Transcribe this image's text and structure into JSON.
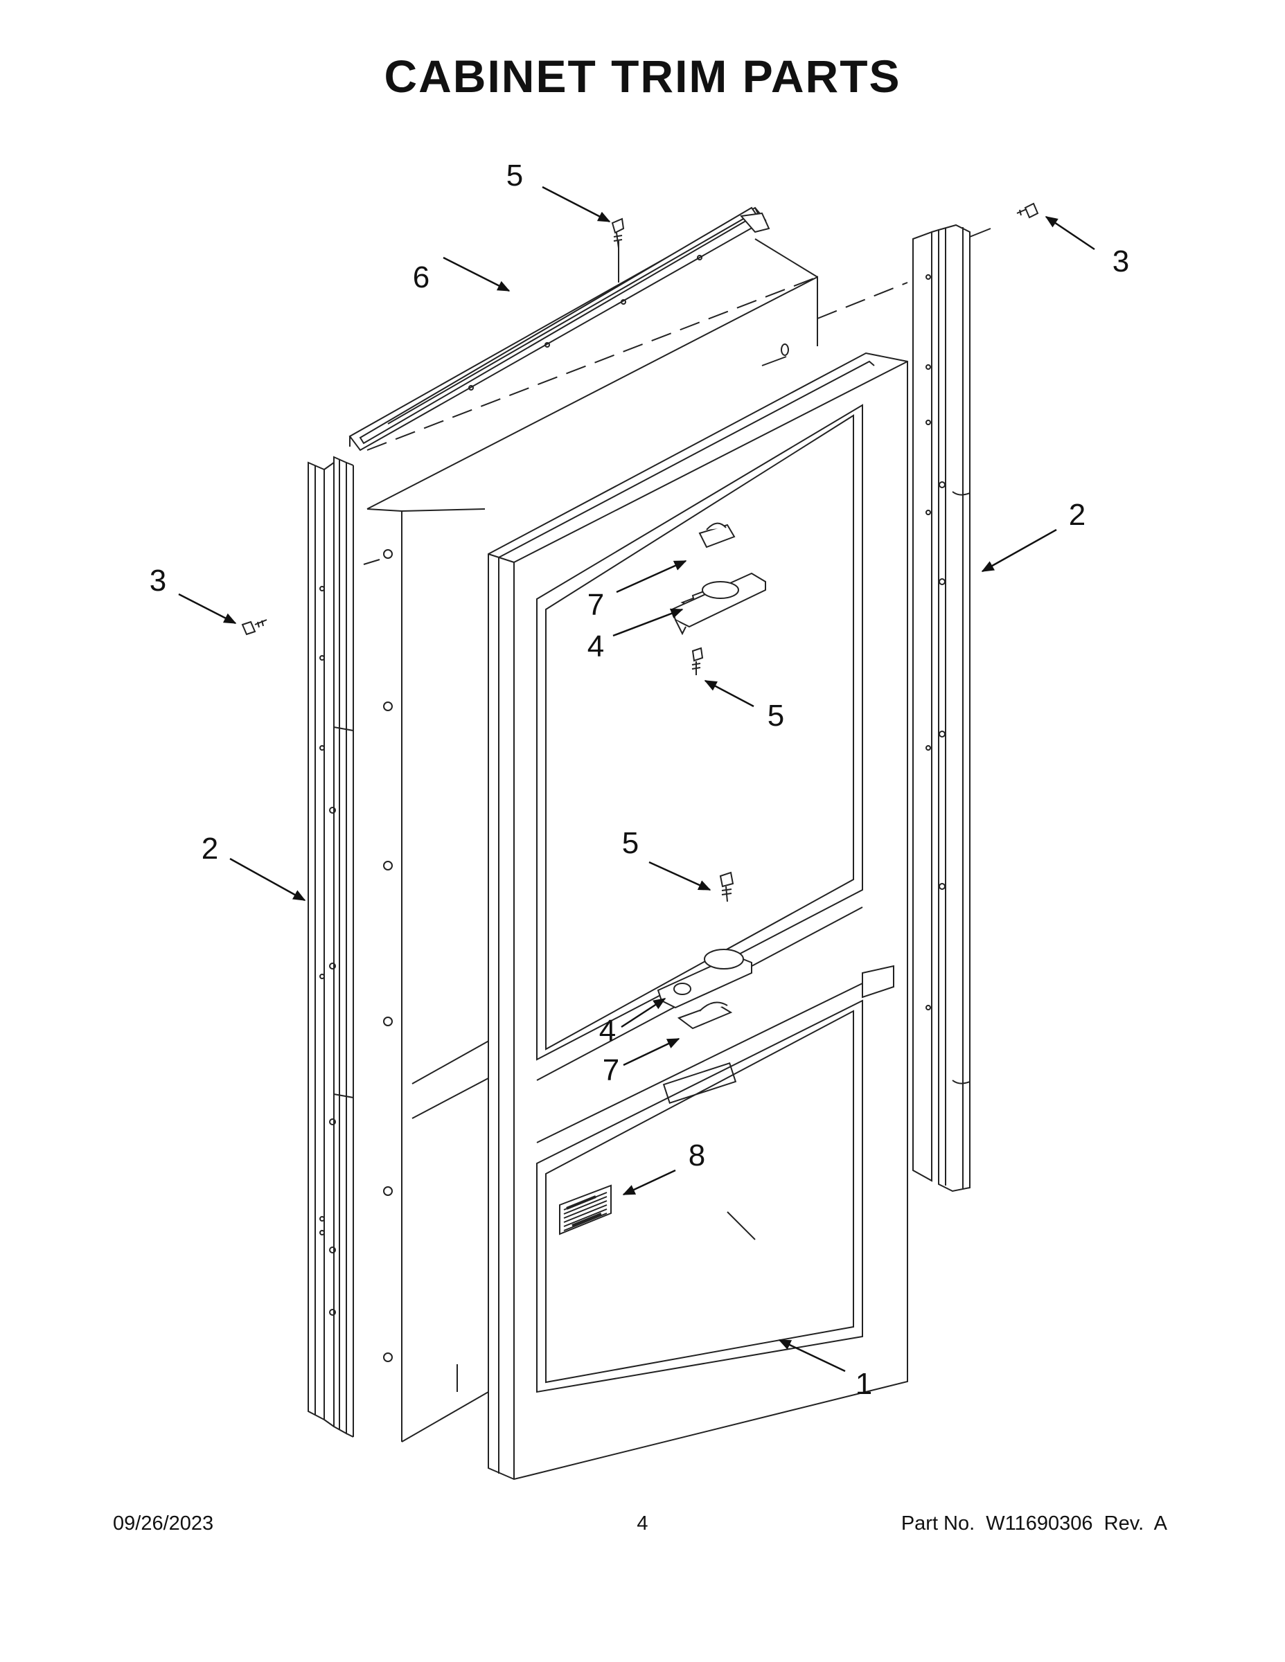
{
  "page_title": "CABINET TRIM PARTS",
  "callouts": {
    "c1": "1",
    "c2_left": "2",
    "c2_right": "2",
    "c3_left": "3",
    "c3_right": "3",
    "c4_upper": "4",
    "c4_lower": "4",
    "c5_top": "5",
    "c5_upper": "5",
    "c5_lower": "5",
    "c6": "6",
    "c7_upper": "7",
    "c7_lower": "7",
    "c8": "8"
  },
  "footer": {
    "date": "09/26/2023",
    "page_number": "4",
    "part_number": "Part No.  W11690306  Rev.  A"
  }
}
